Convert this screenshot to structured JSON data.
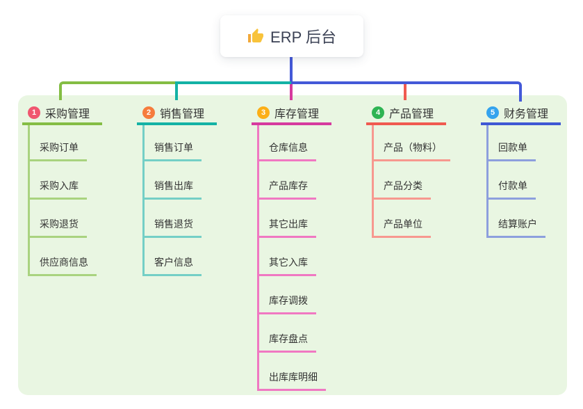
{
  "root": {
    "title": "ERP 后台",
    "icon": "thumbs-up-icon"
  },
  "colors": {
    "canvas_bg": "#ffffff",
    "panel_bg": "#e9f6e2",
    "connector_blue": "#4459d8",
    "title_text": "#3b4154",
    "node_text": "#333333"
  },
  "branches": [
    {
      "badge": "1",
      "label": "采购管理",
      "badge_color": "#f0566f",
      "line_color": "#84bd44",
      "light_color": "#a9d37f",
      "children": [
        "采购订单",
        "采购入库",
        "采购退货",
        "供应商信息"
      ]
    },
    {
      "badge": "2",
      "label": "销售管理",
      "badge_color": "#f67c3c",
      "line_color": "#14b2a5",
      "light_color": "#74cfc6",
      "children": [
        "销售订单",
        "销售出库",
        "销售退货",
        "客户信息"
      ]
    },
    {
      "badge": "3",
      "label": "库存管理",
      "badge_color": "#fcaf17",
      "line_color": "#d63a9e",
      "light_color": "#f078c2",
      "children": [
        "仓库信息",
        "产品库存",
        "其它出库",
        "其它入库",
        "库存调拨",
        "库存盘点",
        "出库库明细"
      ]
    },
    {
      "badge": "4",
      "label": "产品管理",
      "badge_color": "#2eb453",
      "line_color": "#f05a50",
      "light_color": "#f7988f",
      "children": [
        "产品（物料）",
        "产品分类",
        "产品单位"
      ]
    },
    {
      "badge": "5",
      "label": "财务管理",
      "badge_color": "#34a3ee",
      "line_color": "#3f58d4",
      "light_color": "#8d9fdd",
      "children": [
        "回款单",
        "付款单",
        "结算账户"
      ]
    }
  ]
}
